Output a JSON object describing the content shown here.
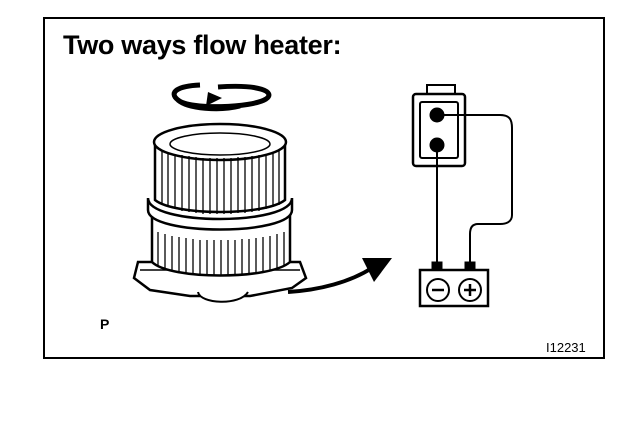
{
  "title": "Two ways flow heater:",
  "part_label": "P",
  "figure_code": "I12231",
  "battery": {
    "negative_symbol": "−",
    "positive_symbol": "+"
  },
  "icons": [
    "rotation-arrow-icon",
    "blower-motor-icon",
    "connector-icon",
    "battery-icon",
    "curved-arrow-icon"
  ]
}
